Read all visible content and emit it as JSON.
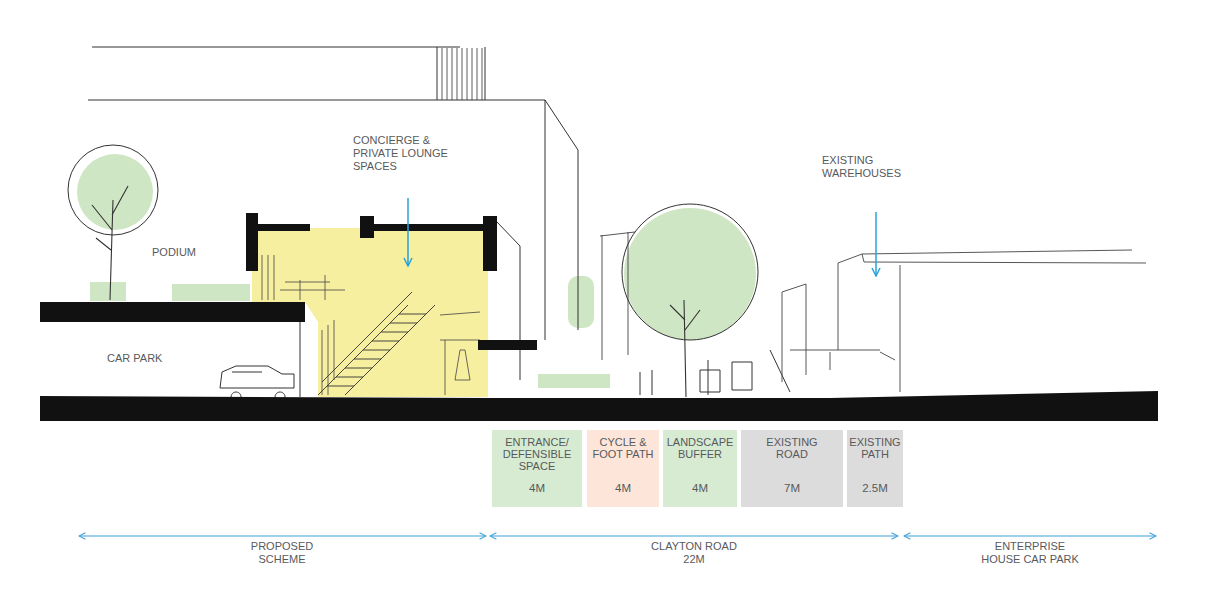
{
  "diagram": {
    "nodes": [
      {
        "text": [
          "ENTRANCE/ DEFENSIBLE SPACE",
          "4M"
        ]
      },
      {
        "text": [
          "CYCLE & FOOT PATH",
          "4M"
        ]
      },
      {
        "text": [
          "LANDSCAPE BUFFER",
          "4M"
        ]
      },
      {
        "text": [
          "EXISTING ROAD",
          "7M"
        ]
      },
      {
        "text": [
          "EXISTING PATH",
          "2.5M"
        ]
      }
    ],
    "labels": [
      "CONCIERGE & PRIVATE LOUNGE SPACES",
      "PODIUM",
      "CAR PARK",
      "EXISTING WAREHOUSES",
      "PROPOSED SCHEME",
      "CLAYTON ROAD 22M",
      "ENTERPRISE HOUSE CAR PARK"
    ]
  }
}
